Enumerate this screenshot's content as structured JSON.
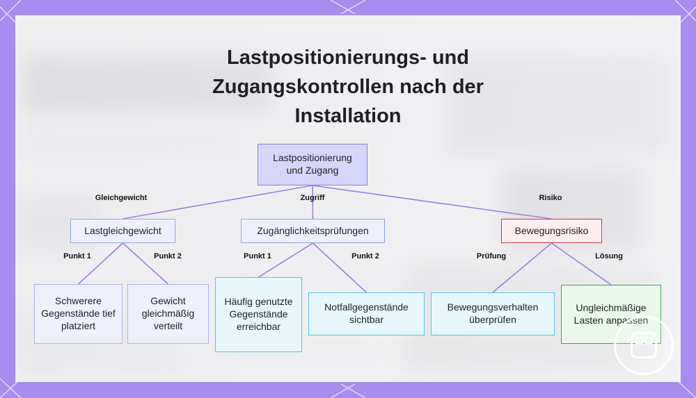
{
  "title": "Lastpositionierungs- und Zugangskontrollen nach der Installation",
  "root": {
    "label": "Lastpositionierung und Zugang"
  },
  "branches": [
    {
      "edge_label": "Gleichgewicht",
      "label": "Lastgleichgewicht",
      "children": [
        {
          "edge_label": "Punkt 1",
          "label": "Schwerere Gegenstände tief platziert"
        },
        {
          "edge_label": "Punkt 2",
          "label": "Gewicht gleichmäßig verteilt"
        }
      ]
    },
    {
      "edge_label": "Zugriff",
      "label": "Zugänglichkeitsprüfungen",
      "children": [
        {
          "edge_label": "Punkt 1",
          "label": "Häufig genutzte Gegenstände erreichbar"
        },
        {
          "edge_label": "Punkt 2",
          "label": "Notfallgegenstände sichtbar"
        }
      ]
    },
    {
      "edge_label": "Risiko",
      "label": "Bewegungsrisiko",
      "children": [
        {
          "edge_label": "Prüfung",
          "label": "Bewegungsverhalten überprüfen"
        },
        {
          "edge_label": "Lösung",
          "label": "Ungleichmäßige Lasten anpassen"
        }
      ]
    }
  ],
  "colors": {
    "root_fill": "#d6d6fb",
    "root_border": "#8a7fd0",
    "level1_fill": "#eef1fd",
    "level1_border": "#8aa6e0",
    "risk_fill": "#fdeef0",
    "risk_border": "#d9344a",
    "left_fill": "#eef0fc",
    "left_border": "#a9b3e8",
    "cyan_fill": "#e6f8fc",
    "cyan_border": "#56c6dc",
    "green_fill": "#e9f8ea",
    "green_border": "#3ea64a",
    "edge": "#9a7ee0"
  }
}
